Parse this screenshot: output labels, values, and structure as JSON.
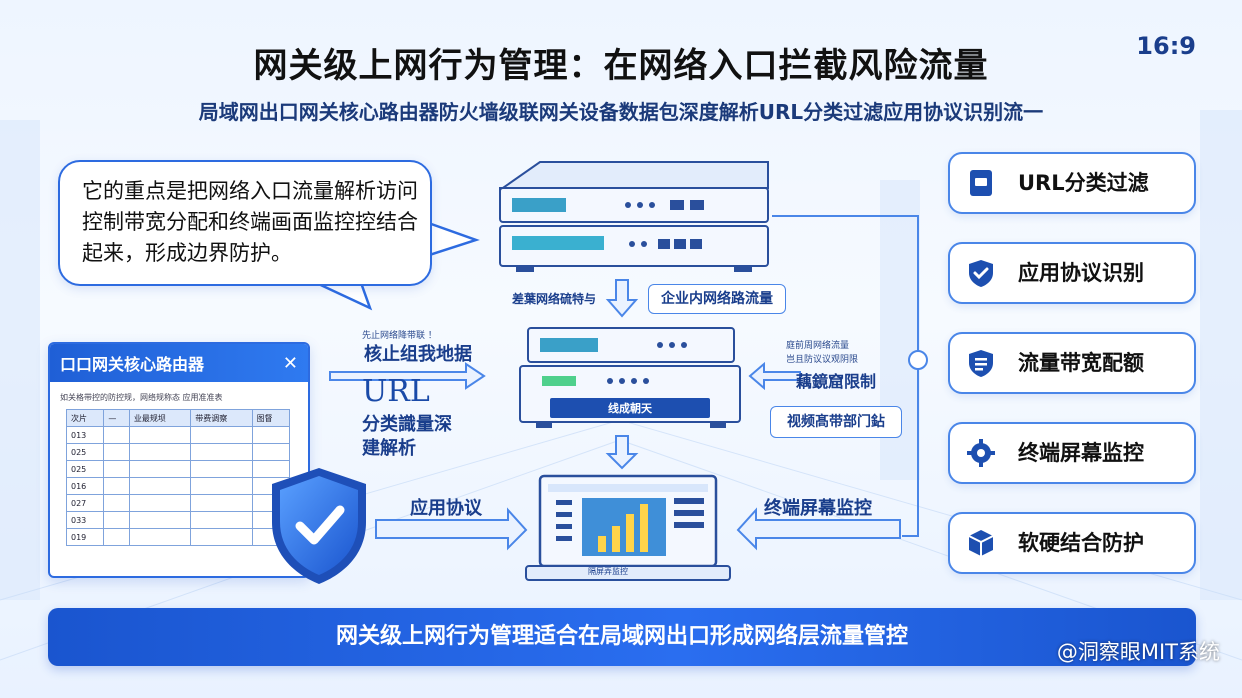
{
  "header": {
    "title": "网关级上网行为管理：在网络入口拦截风险流量",
    "ratio": "16:9",
    "subtitle": "局域网出口网关核心路由器防火墙级联网关设备数据包深度解析URL分类过滤应用协议识别流一"
  },
  "bubble": {
    "text": "它的重点是把网络入口流量解析访问控制带宽分配和终端画面监控控结合起来，形成边界防护。"
  },
  "panel": {
    "title": "口口网关核心路由器",
    "close": "✕",
    "desc": "如关格带控的防控规，网络规称态 应用准准表",
    "columns": [
      "次片",
      "—",
      "业最规坝",
      "带费调察",
      "图督"
    ],
    "rows": [
      "013",
      "025",
      "025",
      "016",
      "027",
      "033",
      "019"
    ]
  },
  "flow": {
    "top_small": "差葉网络硫特与",
    "enterprise": "企业内网络路流量",
    "left_small": "先止网络降带联 ！",
    "left_big": "核止组我地据",
    "url": "URL",
    "classify1": "分类識量深",
    "classify2": "建解析",
    "device_label": "线成朝天",
    "right_small1": "庭前周网络流量",
    "right_small2": "岂且防议议观阴限",
    "right_big": "藕鏡窟限制",
    "video": "视频髙带部门鉆",
    "protocol": "应用协议",
    "screen": "终端屏幕监控",
    "monitor_label": "隔屏弄监控"
  },
  "features": [
    {
      "label": "URL分类过滤",
      "icon": "document-icon"
    },
    {
      "label": "应用协议识别",
      "icon": "shield-check-icon"
    },
    {
      "label": "流量带宽配额",
      "icon": "list-shield-icon"
    },
    {
      "label": "终端屏幕监控",
      "icon": "gear-icon"
    },
    {
      "label": "软硬结合防护",
      "icon": "cube-icon"
    }
  ],
  "footer": {
    "text": "网关级上网行为管理适合在局域网出口形成网络层流量管控"
  },
  "watermark": "@洞察眼MIT系统",
  "colors": {
    "primary": "#2d6be0",
    "dark": "#1a3e8c",
    "accent": "#4a86e8"
  }
}
